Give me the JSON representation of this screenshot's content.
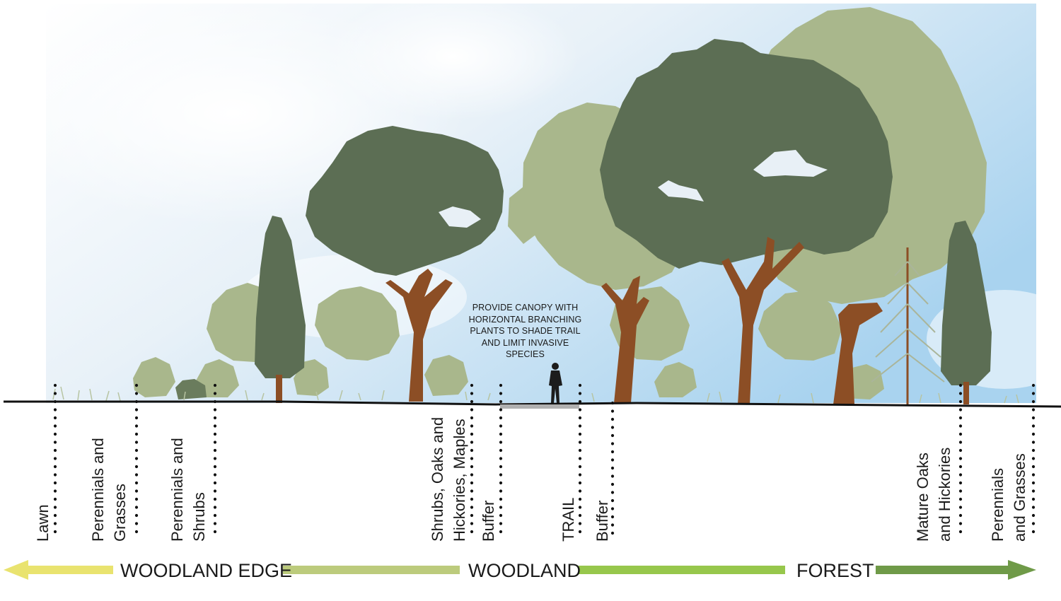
{
  "annotation": {
    "lines": [
      "PROVIDE CANOPY WITH",
      "HORIZONTAL BRANCHING",
      "PLANTS TO SHADE TRAIL",
      "AND LIMIT INVASIVE",
      "SPECIES"
    ]
  },
  "labels": [
    {
      "id": "lawn",
      "lines": [
        "Lawn"
      ]
    },
    {
      "id": "perennials-grasses-left",
      "lines": [
        "Perennials and",
        "Grasses"
      ]
    },
    {
      "id": "perennials-shrubs",
      "lines": [
        "Perennials and",
        "Shrubs"
      ]
    },
    {
      "id": "shrubs-oaks-maples",
      "lines": [
        "Shrubs, Oaks and",
        "Hickories, Maples"
      ]
    },
    {
      "id": "buffer-left",
      "lines": [
        "Buffer"
      ]
    },
    {
      "id": "trail",
      "lines": [
        "TRAIL"
      ]
    },
    {
      "id": "buffer-right",
      "lines": [
        "Buffer"
      ]
    },
    {
      "id": "mature-oaks",
      "lines": [
        "Mature Oaks",
        "and Hickories"
      ]
    },
    {
      "id": "perennials-grasses-right",
      "lines": [
        "Perennials",
        "and Grasses"
      ]
    }
  ],
  "zones": {
    "woodland_edge": "WOODLAND EDGE",
    "woodland": "WOODLAND",
    "forest": "FOREST"
  },
  "colors": {
    "sky_top": "#a9d3ef",
    "dark_canopy": "#5c6e54",
    "light_canopy": "#a9b78c",
    "trunk": "#8c4e25",
    "edge_arrow": "#e9e36f",
    "woodland_arrow": "#bccb7c",
    "forest_bar": "#97c74c",
    "forest_arrow": "#6f9a48"
  },
  "icons": {
    "hiker": "person-walking-icon"
  }
}
